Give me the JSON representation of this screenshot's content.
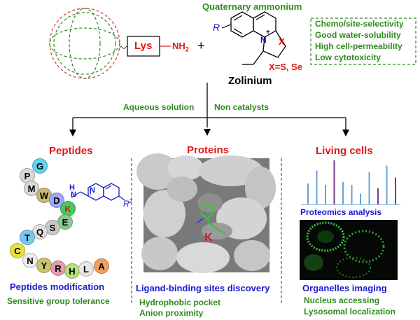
{
  "header": {
    "quaternary_label": "Quaternary ammonium",
    "lys_label": "Lys",
    "nh2_label": "NH",
    "nh2_sub": "2",
    "plus_sign": "+",
    "r_label": "R",
    "nplus_label": "N",
    "charge_label": "+",
    "x_label": "X",
    "xs_label": "X=S, Se",
    "reagent_name": "Zolinium"
  },
  "properties": [
    "Chemo/site-selectivity",
    "Good water-solubility",
    "High cell-permeability",
    "Low cytotoxicity"
  ],
  "conditions": {
    "left": "Aqueous solution",
    "right": "Non catalysts"
  },
  "panels": {
    "peptides": {
      "title": "Peptides",
      "caption1": "Peptides modification",
      "caption2": "Sensitive group tolerance",
      "residues": [
        "P",
        "G",
        "M",
        "W",
        "D",
        "K",
        "E",
        "S",
        "Q",
        "T",
        "C",
        "N",
        "Y",
        "R",
        "H",
        "L",
        "A"
      ],
      "h_label": "H",
      "n1_label": "N",
      "n2_label": "N",
      "r2_label": "R",
      "r2_sup": "2"
    },
    "proteins": {
      "title": "Proteins",
      "k_label": "K",
      "caption1": "Ligand-binding sites discovery",
      "caption2": "Hydrophobic pocket",
      "caption3": "Anion proximity"
    },
    "cells": {
      "title": "Living cells",
      "proteomics_label": "Proteomics analysis",
      "caption1": "Organelles imaging",
      "caption2": "Nucleus accessing",
      "caption3": "Lysosomal localization",
      "spectrum_heights": [
        0.43,
        0.69,
        0.4,
        0.9,
        0.46,
        0.4,
        0.22,
        0.66,
        0.33,
        0.79,
        0.55
      ],
      "spectrum_colors": [
        "blue",
        "blue",
        "blue",
        "purple",
        "blue",
        "blue",
        "blue",
        "blue",
        "purple",
        "blue",
        "purple"
      ]
    }
  },
  "colors": {
    "green": "#2e8b1e",
    "red": "#e01818",
    "blue": "#1a1ad0",
    "purple": "#7b3a8c",
    "spectrum_blue": "#6aa0d8"
  }
}
